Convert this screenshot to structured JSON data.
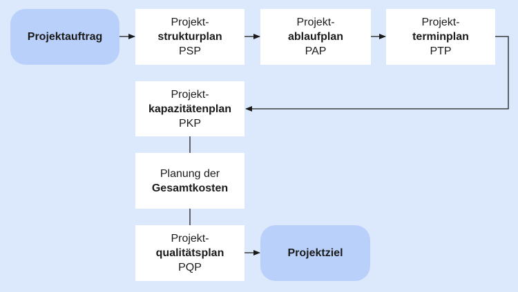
{
  "start": {
    "label": "Projektauftrag"
  },
  "end": {
    "label": "Projektziel"
  },
  "nodes": {
    "psp": {
      "line1": "Projekt-",
      "line2": "strukturplan",
      "line3": "PSP"
    },
    "pap": {
      "line1": "Projekt-",
      "line2": "ablaufplan",
      "line3": "PAP"
    },
    "ptp": {
      "line1": "Projekt-",
      "line2": "terminplan",
      "line3": "PTP"
    },
    "pkp": {
      "line1": "Projekt-",
      "line2": "kapazitätenplan",
      "line3": "PKP"
    },
    "kosten": {
      "line1": "Planung der",
      "line2": "Gesamtkosten"
    },
    "pqp": {
      "line1": "Projekt-",
      "line2": "qualitätsplan",
      "line3": "PQP"
    }
  },
  "colors": {
    "background": "#dce8fb",
    "box": "#ffffff",
    "pill": "#b9d0fa",
    "line": "#1a1a1a"
  }
}
